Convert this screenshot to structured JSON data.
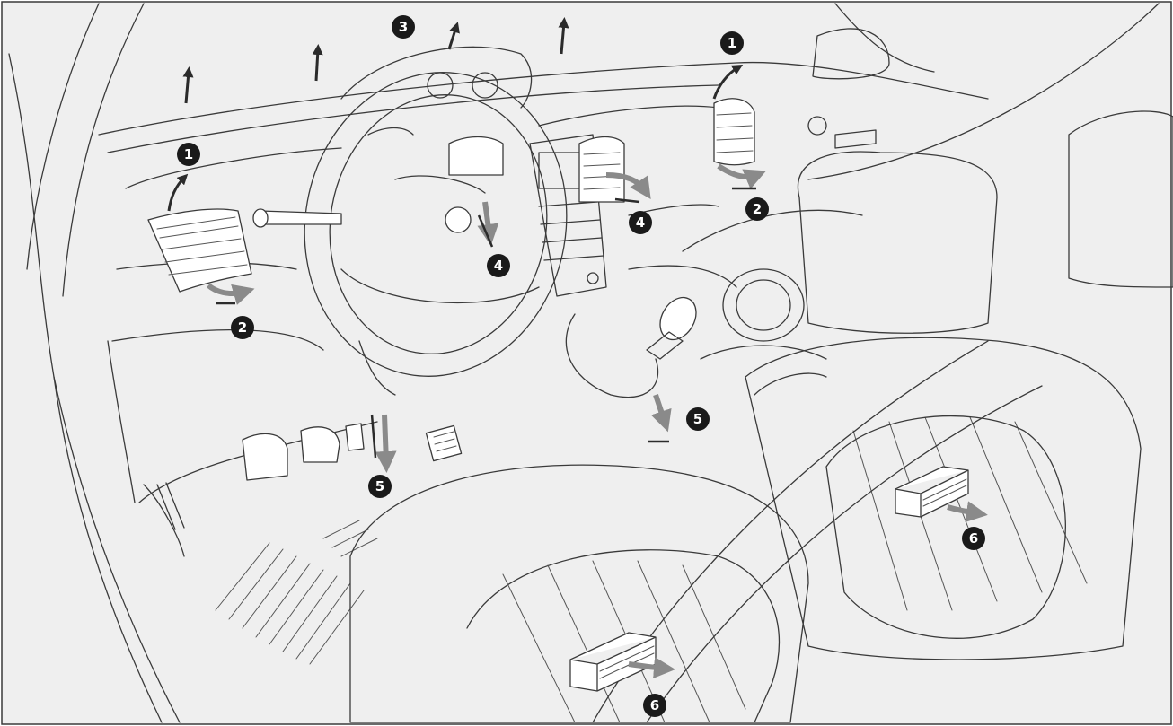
{
  "colors": {
    "background": "#efefef",
    "line": "#3a3a3a",
    "badge": "#1a1a1a",
    "badge_text": "#ffffff",
    "arrow_gray": "#8a8a8a",
    "arrow_dark": "#2b2b2b"
  },
  "callouts": [
    {
      "id": "vent-1-left",
      "label": "1"
    },
    {
      "id": "vent-1-right",
      "label": "1"
    },
    {
      "id": "vent-2-left",
      "label": "2"
    },
    {
      "id": "vent-2-right",
      "label": "2"
    },
    {
      "id": "vent-3-windscreen",
      "label": "3"
    },
    {
      "id": "vent-4-center",
      "label": "4"
    },
    {
      "id": "vent-4-right",
      "label": "4"
    },
    {
      "id": "vent-5-left",
      "label": "5"
    },
    {
      "id": "vent-5-right",
      "label": "5"
    },
    {
      "id": "vent-6-front",
      "label": "6"
    },
    {
      "id": "vent-6-rear",
      "label": "6"
    }
  ]
}
